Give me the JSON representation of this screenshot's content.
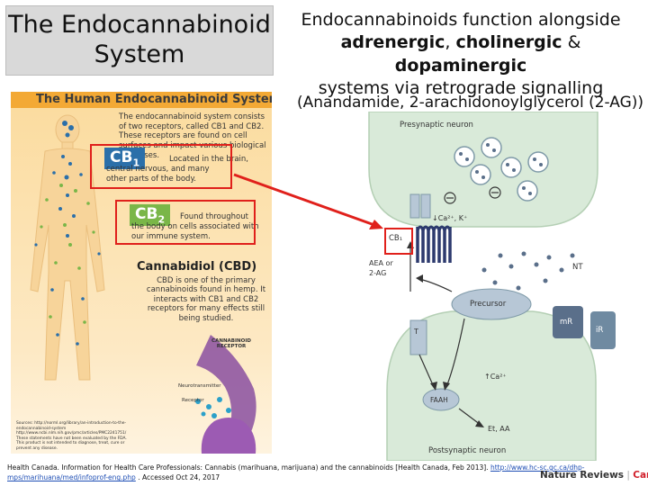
{
  "slide": {
    "title_line1": "The Endocannabinoid",
    "title_line2": "System",
    "subtitle_line1": "Endocannabinoids function alongside",
    "subtitle_bold1": "adrenergic",
    "subtitle_mid1": ", ",
    "subtitle_bold2": "cholinergic",
    "subtitle_mid2": " & ",
    "subtitle_bold3": "dopaminergic",
    "subtitle_line3": "systems via retrograde signalling",
    "parenthetical": "(Anandamide,   2-arachidonoylglycerol (2-AG))"
  },
  "poster": {
    "title": "The Human Endocannabinoid System",
    "intro": "The endocannabinoid system consists of two receptors, called CB1 and CB2. These receptors are found on cell surfaces and impact various biological processes.",
    "cb1_tag": "CB",
    "cb1_sub": "1",
    "cb1_line1": "Located in the brain,",
    "cb1_line2": "central nervous, and many",
    "cb1_line3": "other parts of the body.",
    "cb2_tag": "CB",
    "cb2_sub": "2",
    "cb2_line1": "Found throughout",
    "cb2_line2": "the body on cells associated with",
    "cb2_line3": "our immune system.",
    "cbd_title": "Cannabidiol (CBD)",
    "cbd_text": "CBD is one of the primary cannabinoids found in hemp. It interacts with CB1 and CB2 receptors for many effects still being studied.",
    "receptor_label": "CANNABINOID RECEPTOR",
    "neuro_label": "Neurotransmitter",
    "receptor_small": "Receptor",
    "sources": "Sources: http://norml.org/library/an-introduction-to-the-endocannabinoid-system  http://www.ncbi.nlm.nih.gov/pmc/articles/PMC2241751/  These statements have not been evaluated by the FDA. This product is not intended to diagnose, treat, cure or prevent any disease."
  },
  "diagram": {
    "presynaptic": "Presynaptic neuron",
    "postsynaptic": "Postsynaptic neuron",
    "ca_k": "↓Ca²⁺, K⁺",
    "cb1": "CB₁",
    "aea": "AEA or",
    "two_ag": "2-AG",
    "nt": "NT",
    "t": "T",
    "precursor": "Precursor",
    "mr": "mR",
    "ir": "iR",
    "ca_up": "↑Ca²⁺",
    "faah": "FAAH",
    "et_aa": "Et, AA"
  },
  "citation": {
    "text": "Health Canada. Information for Health Care Professionals: Cannabis (marihuana, marijuana) and the cannabinoids [Health Canada, Feb 2013]. ",
    "link1": "http://www.hc-sc.gc.ca/dhp-",
    "link2": "mps/marihuana/med/infoprof-eng.php",
    "tail": " . Accessed Oct 24, 2017",
    "logo_main": "Nature Reviews",
    "logo_sep": " | ",
    "logo_cancer": "Cancer"
  },
  "colors": {
    "highlight_red": "#e0201b",
    "cb1_blue": "#2b6fa9",
    "cb2_green": "#7ab648",
    "poster_orange": "#f3a935",
    "neuron_fill": "#d9ead9",
    "receptor_navy": "#2d3a6e"
  }
}
